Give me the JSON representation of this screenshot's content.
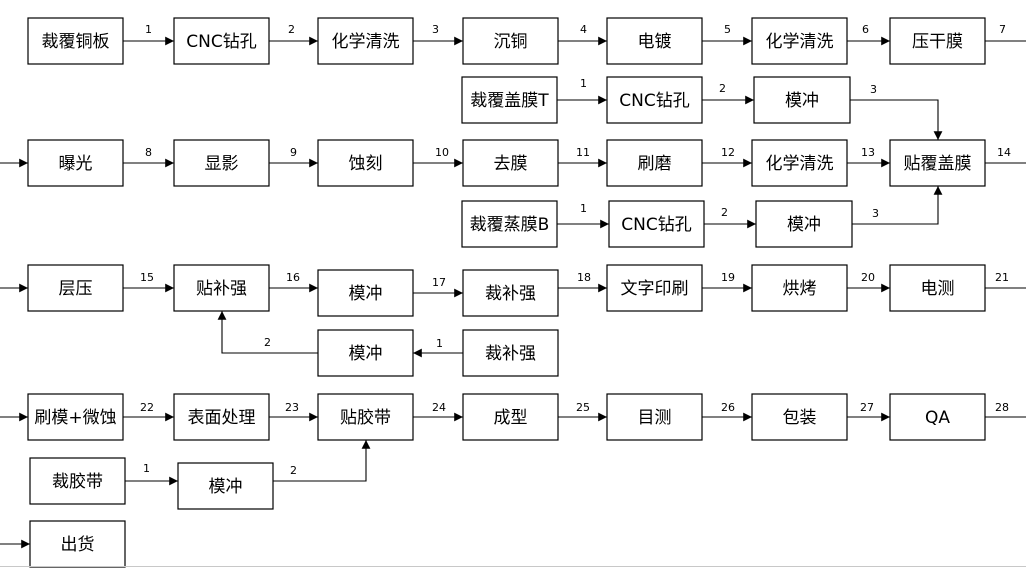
{
  "nodes": [
    {
      "id": "n1",
      "label": "裁覆铜板"
    },
    {
      "id": "n2",
      "label": "CNC钻孔"
    },
    {
      "id": "n3",
      "label": "化学清洗"
    },
    {
      "id": "n4",
      "label": "沉铜"
    },
    {
      "id": "n5",
      "label": "电镀"
    },
    {
      "id": "n6",
      "label": "化学清洗"
    },
    {
      "id": "n7",
      "label": "压干膜"
    },
    {
      "id": "s1a",
      "label": "裁覆盖膜T"
    },
    {
      "id": "s1b",
      "label": "CNC钻孔"
    },
    {
      "id": "s1c",
      "label": "模冲"
    },
    {
      "id": "n8",
      "label": "曝光"
    },
    {
      "id": "n9",
      "label": "显影"
    },
    {
      "id": "n10",
      "label": "蚀刻"
    },
    {
      "id": "n11",
      "label": "去膜"
    },
    {
      "id": "n12",
      "label": "刷磨"
    },
    {
      "id": "n13",
      "label": "化学清洗"
    },
    {
      "id": "n14",
      "label": "贴覆盖膜"
    },
    {
      "id": "s2a",
      "label": "裁覆蒸膜B"
    },
    {
      "id": "s2b",
      "label": "CNC钻孔"
    },
    {
      "id": "s2c",
      "label": "模冲"
    },
    {
      "id": "n15",
      "label": "层压"
    },
    {
      "id": "n16",
      "label": "贴补强"
    },
    {
      "id": "n17",
      "label": "模冲"
    },
    {
      "id": "n18",
      "label": "裁补强"
    },
    {
      "id": "n19",
      "label": "文字印刷"
    },
    {
      "id": "n20",
      "label": "烘烤"
    },
    {
      "id": "n21",
      "label": "电测"
    },
    {
      "id": "s3b",
      "label": "模冲"
    },
    {
      "id": "s3a",
      "label": "裁补强"
    },
    {
      "id": "n22",
      "label": "刷模+微蚀"
    },
    {
      "id": "n23",
      "label": "表面处理"
    },
    {
      "id": "n24",
      "label": "贴胶带"
    },
    {
      "id": "n25",
      "label": "成型"
    },
    {
      "id": "n26",
      "label": "目测"
    },
    {
      "id": "n27",
      "label": "包装"
    },
    {
      "id": "n28",
      "label": "QA"
    },
    {
      "id": "s4a",
      "label": "裁胶带"
    },
    {
      "id": "s4b",
      "label": "模冲"
    },
    {
      "id": "n29",
      "label": "出货"
    }
  ],
  "edges": [
    {
      "from": "n1",
      "to": "n2",
      "label": "1"
    },
    {
      "from": "n2",
      "to": "n3",
      "label": "2"
    },
    {
      "from": "n3",
      "to": "n4",
      "label": "3"
    },
    {
      "from": "n4",
      "to": "n5",
      "label": "4"
    },
    {
      "from": "n5",
      "to": "n6",
      "label": "5"
    },
    {
      "from": "n6",
      "to": "n7",
      "label": "6"
    },
    {
      "from": "n7",
      "to": "row2",
      "label": "7"
    },
    {
      "from": "s1a",
      "to": "s1b",
      "label": "1"
    },
    {
      "from": "s1b",
      "to": "s1c",
      "label": "2"
    },
    {
      "from": "s1c",
      "to": "n14",
      "label": "3"
    },
    {
      "from": "n8",
      "to": "n9",
      "label": "8"
    },
    {
      "from": "n9",
      "to": "n10",
      "label": "9"
    },
    {
      "from": "n10",
      "to": "n11",
      "label": "10"
    },
    {
      "from": "n11",
      "to": "n12",
      "label": "11"
    },
    {
      "from": "n12",
      "to": "n13",
      "label": "12"
    },
    {
      "from": "n13",
      "to": "n14",
      "label": "13"
    },
    {
      "from": "n14",
      "to": "row3",
      "label": "14"
    },
    {
      "from": "s2a",
      "to": "s2b",
      "label": "1"
    },
    {
      "from": "s2b",
      "to": "s2c",
      "label": "2"
    },
    {
      "from": "s2c",
      "to": "n14",
      "label": "3"
    },
    {
      "from": "n15",
      "to": "n16",
      "label": "15"
    },
    {
      "from": "n16",
      "to": "n17",
      "label": "16"
    },
    {
      "from": "n17",
      "to": "n18",
      "label": "17"
    },
    {
      "from": "n18",
      "to": "n19",
      "label": "18"
    },
    {
      "from": "n19",
      "to": "n20",
      "label": "19"
    },
    {
      "from": "n20",
      "to": "n21",
      "label": "20"
    },
    {
      "from": "n21",
      "to": "row4",
      "label": "21"
    },
    {
      "from": "s3a",
      "to": "s3b",
      "label": "1"
    },
    {
      "from": "s3b",
      "to": "n16",
      "label": "2"
    },
    {
      "from": "n22",
      "to": "n23",
      "label": "22"
    },
    {
      "from": "n23",
      "to": "n24",
      "label": "23"
    },
    {
      "from": "n24",
      "to": "n25",
      "label": "24"
    },
    {
      "from": "n25",
      "to": "n26",
      "label": "25"
    },
    {
      "from": "n26",
      "to": "n27",
      "label": "26"
    },
    {
      "from": "n27",
      "to": "n28",
      "label": "27"
    },
    {
      "from": "n28",
      "to": "row5",
      "label": "28"
    },
    {
      "from": "s4a",
      "to": "s4b",
      "label": "1"
    },
    {
      "from": "s4b",
      "to": "n24",
      "label": "2"
    }
  ]
}
